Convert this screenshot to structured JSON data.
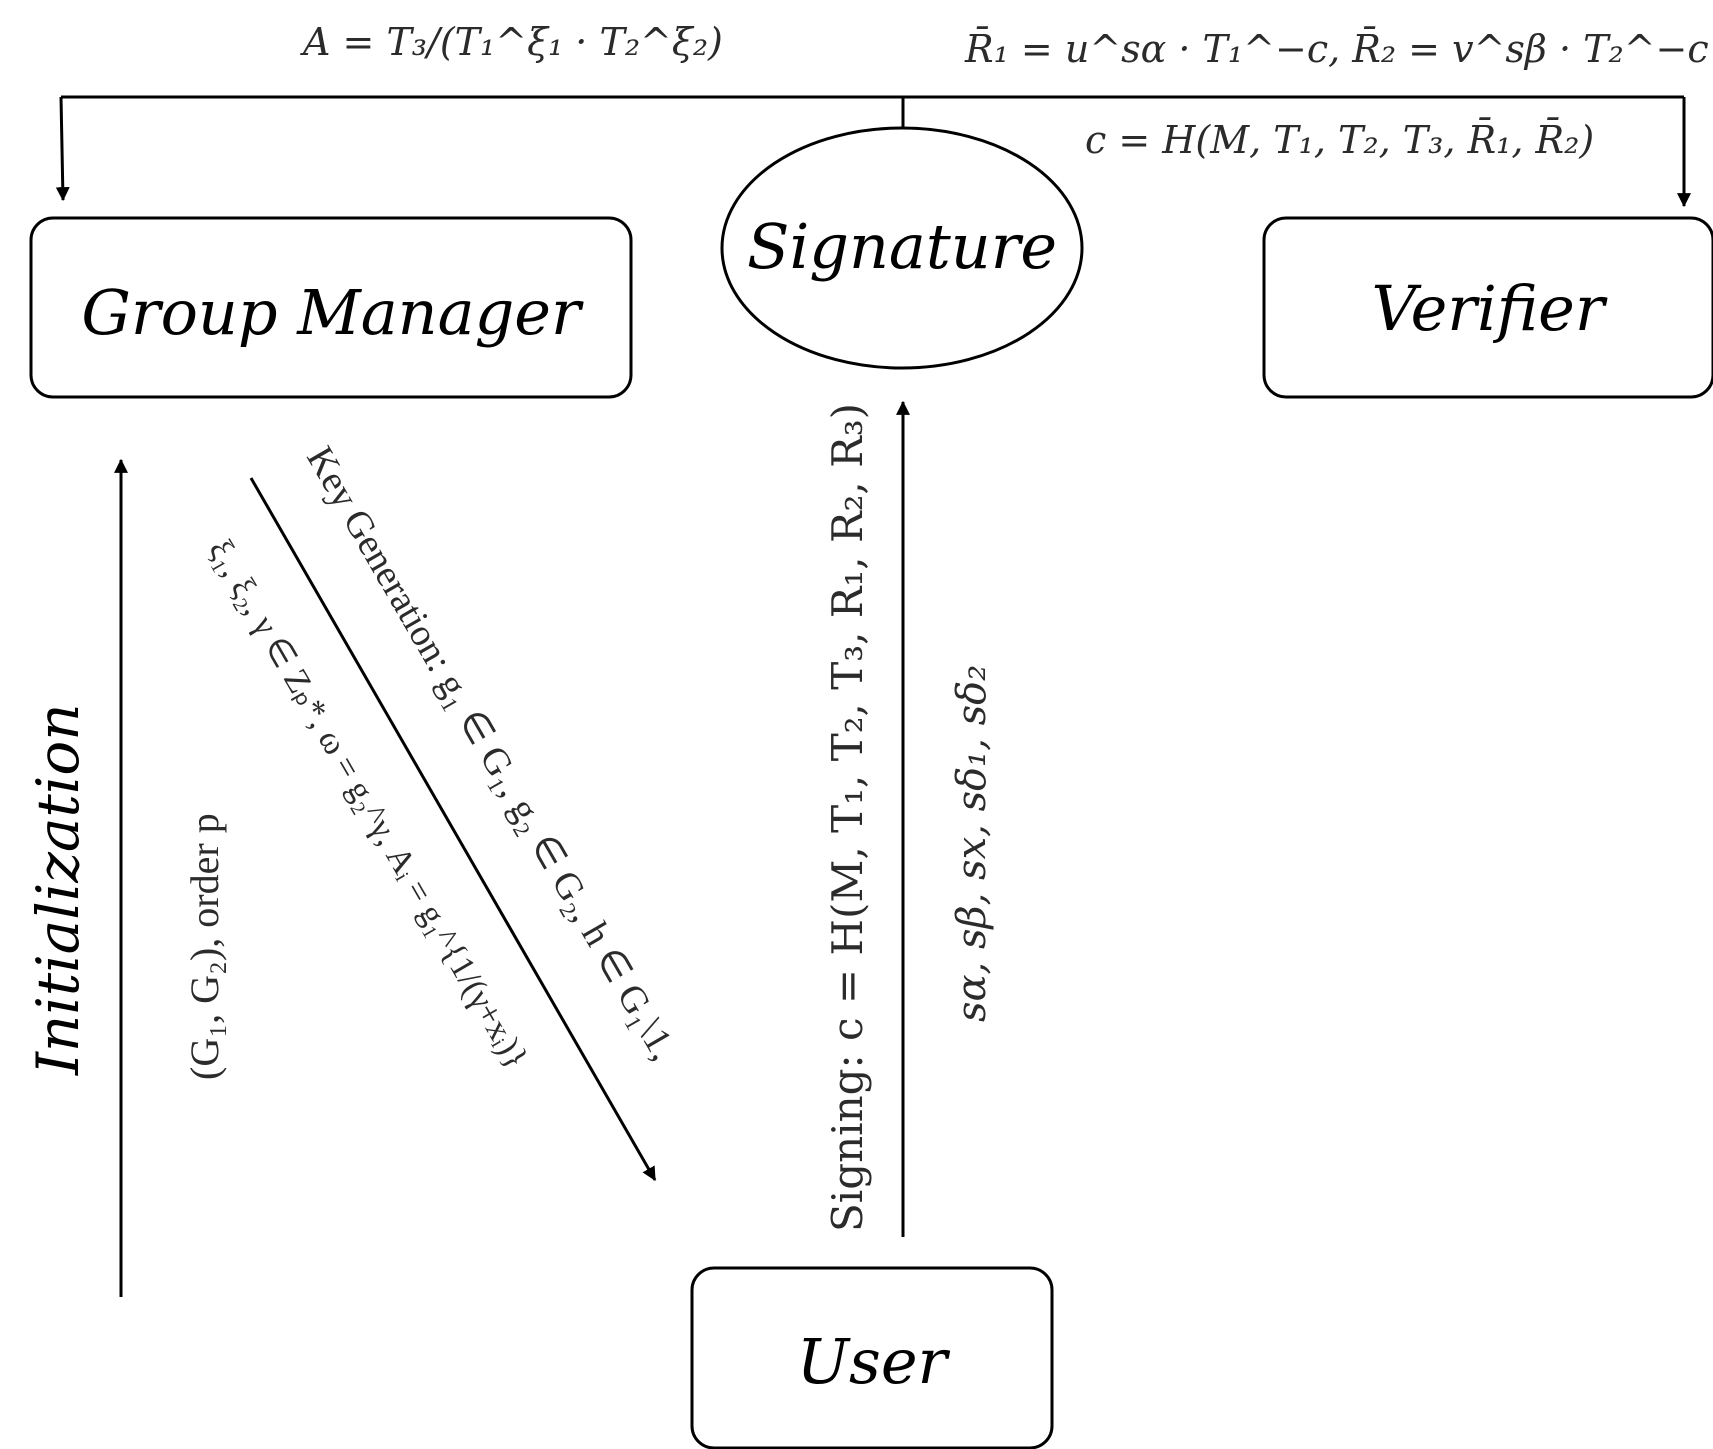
{
  "nodes": {
    "group_manager": "Group Manager",
    "signature": "Signature",
    "verifier": "Verifier",
    "user": "User"
  },
  "labels": {
    "initialization": "Initialization",
    "init_params": "(G₁, G₂), order p",
    "keygen_line1": "Key Generation:  g₁ ∈ G₁, g₂ ∈ G₂, h ∈ G₁\\1,",
    "keygen_line2": "ξ₁, ξ₂, γ ∈ Zₚ*, ω = g₂^γ, Aᵢ = g₁^{1/(γ+xᵢ)}",
    "signing_line1": "Signing:  c = H(M, T₁, T₂, T₃, R₁, R₂, R₃)",
    "signing_line2": "sα, sβ, sx, sδ₁, sδ₂",
    "open_formula": "A = T₃/(T₁^ξ₁ · T₂^ξ₂)",
    "verify_formula1": "R̄₁ = u^sα · T₁^−c,  R̄₂ = v^sβ · T₂^−c",
    "verify_formula2": "c = H(M, T₁, T₂, T₃, R̄₁, R̄₂)"
  },
  "colors": {
    "stroke": "#000000",
    "text": "#2b2b2b",
    "background": "#ffffff"
  }
}
